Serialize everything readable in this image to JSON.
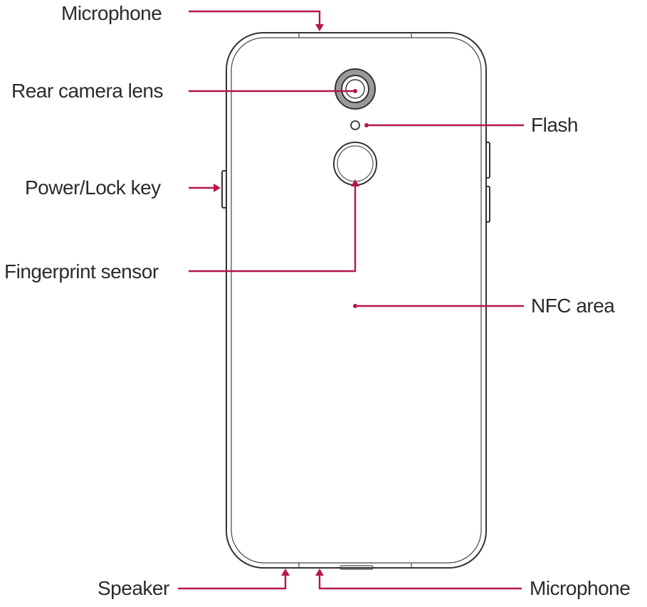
{
  "accent_color": "#b5174b",
  "labels": {
    "microphone_top": "Microphone",
    "rear_camera_lens": "Rear camera lens",
    "flash": "Flash",
    "power_lock_key": "Power/Lock key",
    "fingerprint_sensor": "Fingerprint sensor",
    "nfc_area": "NFC area",
    "speaker": "Speaker",
    "microphone_bottom": "Microphone"
  }
}
